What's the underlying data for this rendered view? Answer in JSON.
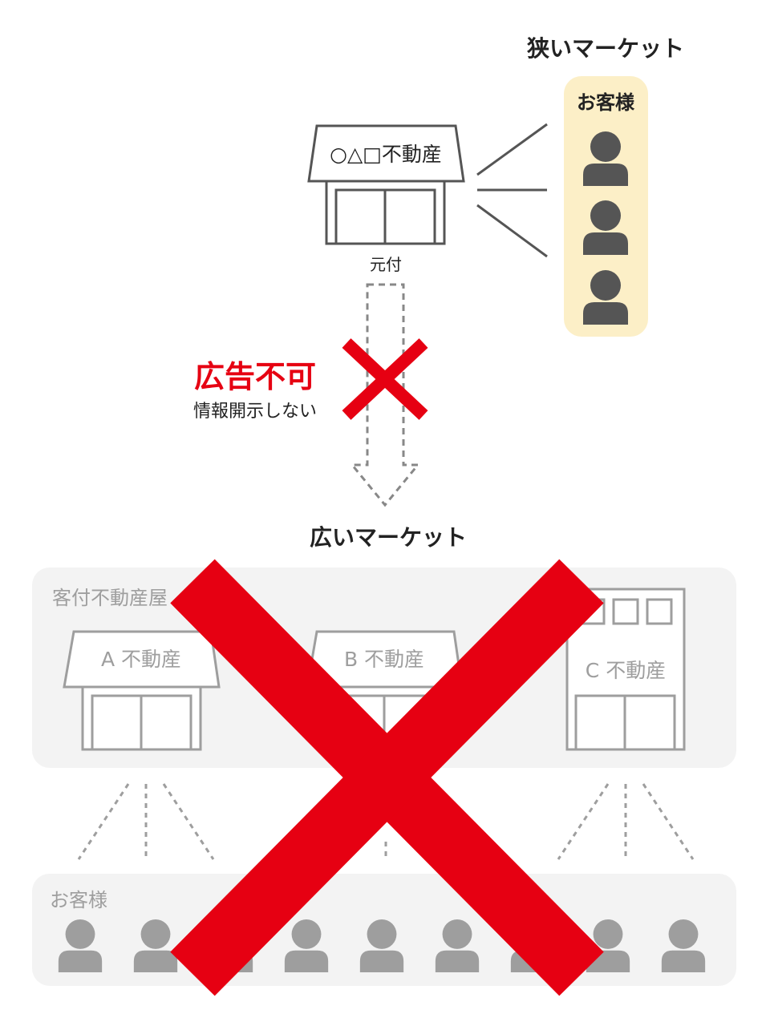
{
  "narrow_market": {
    "title": "狭いマーケット",
    "customers_label": "お客様",
    "customer_count": 3
  },
  "origin_agency": {
    "sign": "○△□不動産",
    "role": "元付"
  },
  "ad_prohibited": {
    "label": "広告不可",
    "note": "情報開示しない"
  },
  "wide_market": {
    "title": "広いマーケット",
    "agencies_group_label": "客付不動産屋",
    "agencies": [
      "A 不動産",
      "B 不動産",
      "C 不動産"
    ],
    "customers_label": "お客様",
    "customer_count": 9
  },
  "colors": {
    "accent_red": "#e60012",
    "dark_gray": "#555555",
    "muted_gray": "#9e9e9e",
    "panel_yellow": "#fcefc7",
    "panel_gray": "#f3f3f3"
  }
}
